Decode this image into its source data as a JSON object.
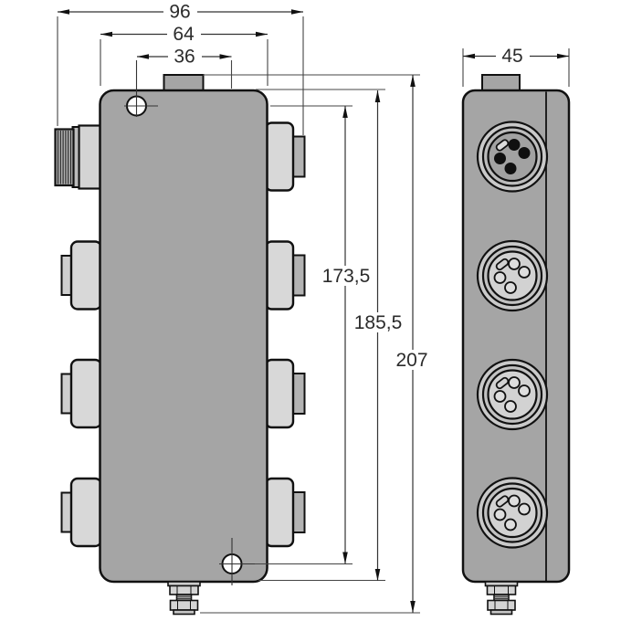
{
  "drawing": {
    "dim_overall_width": "96",
    "dim_body_width": "64",
    "dim_hole_offset": "36",
    "dim_side_width": "45",
    "dim_hole_spacing": "173,5",
    "dim_body_height": "185,5",
    "dim_overall_height": "207"
  },
  "colors": {
    "background": "#ffffff",
    "body_fill": "#a5a5a5",
    "flange_fill": "#d8d8d8",
    "tip_fill": "#b3b3b3",
    "outline": "#111111",
    "dimension_line": "#3a3a3a",
    "hole_fill": "#ffffff"
  }
}
